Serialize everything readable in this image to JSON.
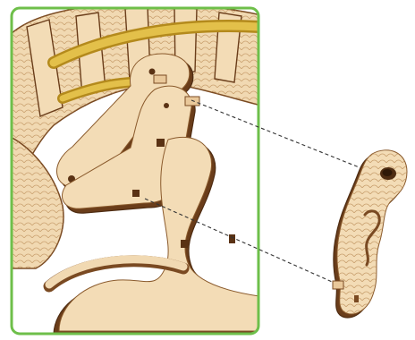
{
  "diagram": {
    "kind": "assembly-instruction-step",
    "colors": {
      "frame_border": "#6ebf4a",
      "wood_face": "#f1d9b2",
      "wood_face_light": "#f6e4c6",
      "wood_edge": "#7a4a22",
      "wood_edge_dark": "#4e2c12",
      "wood_grain": "#c9a06c",
      "leader_line": "#333333",
      "background": "#ffffff"
    },
    "parts": [
      {
        "name": "dinosaur-body-assembly",
        "role": "existing assembly"
      },
      {
        "name": "leg-part",
        "role": "part being attached"
      }
    ],
    "connectors": [
      {
        "name": "upper-peg-leader",
        "style": "dashed"
      },
      {
        "name": "lower-peg-leader",
        "style": "dashed"
      }
    ]
  }
}
